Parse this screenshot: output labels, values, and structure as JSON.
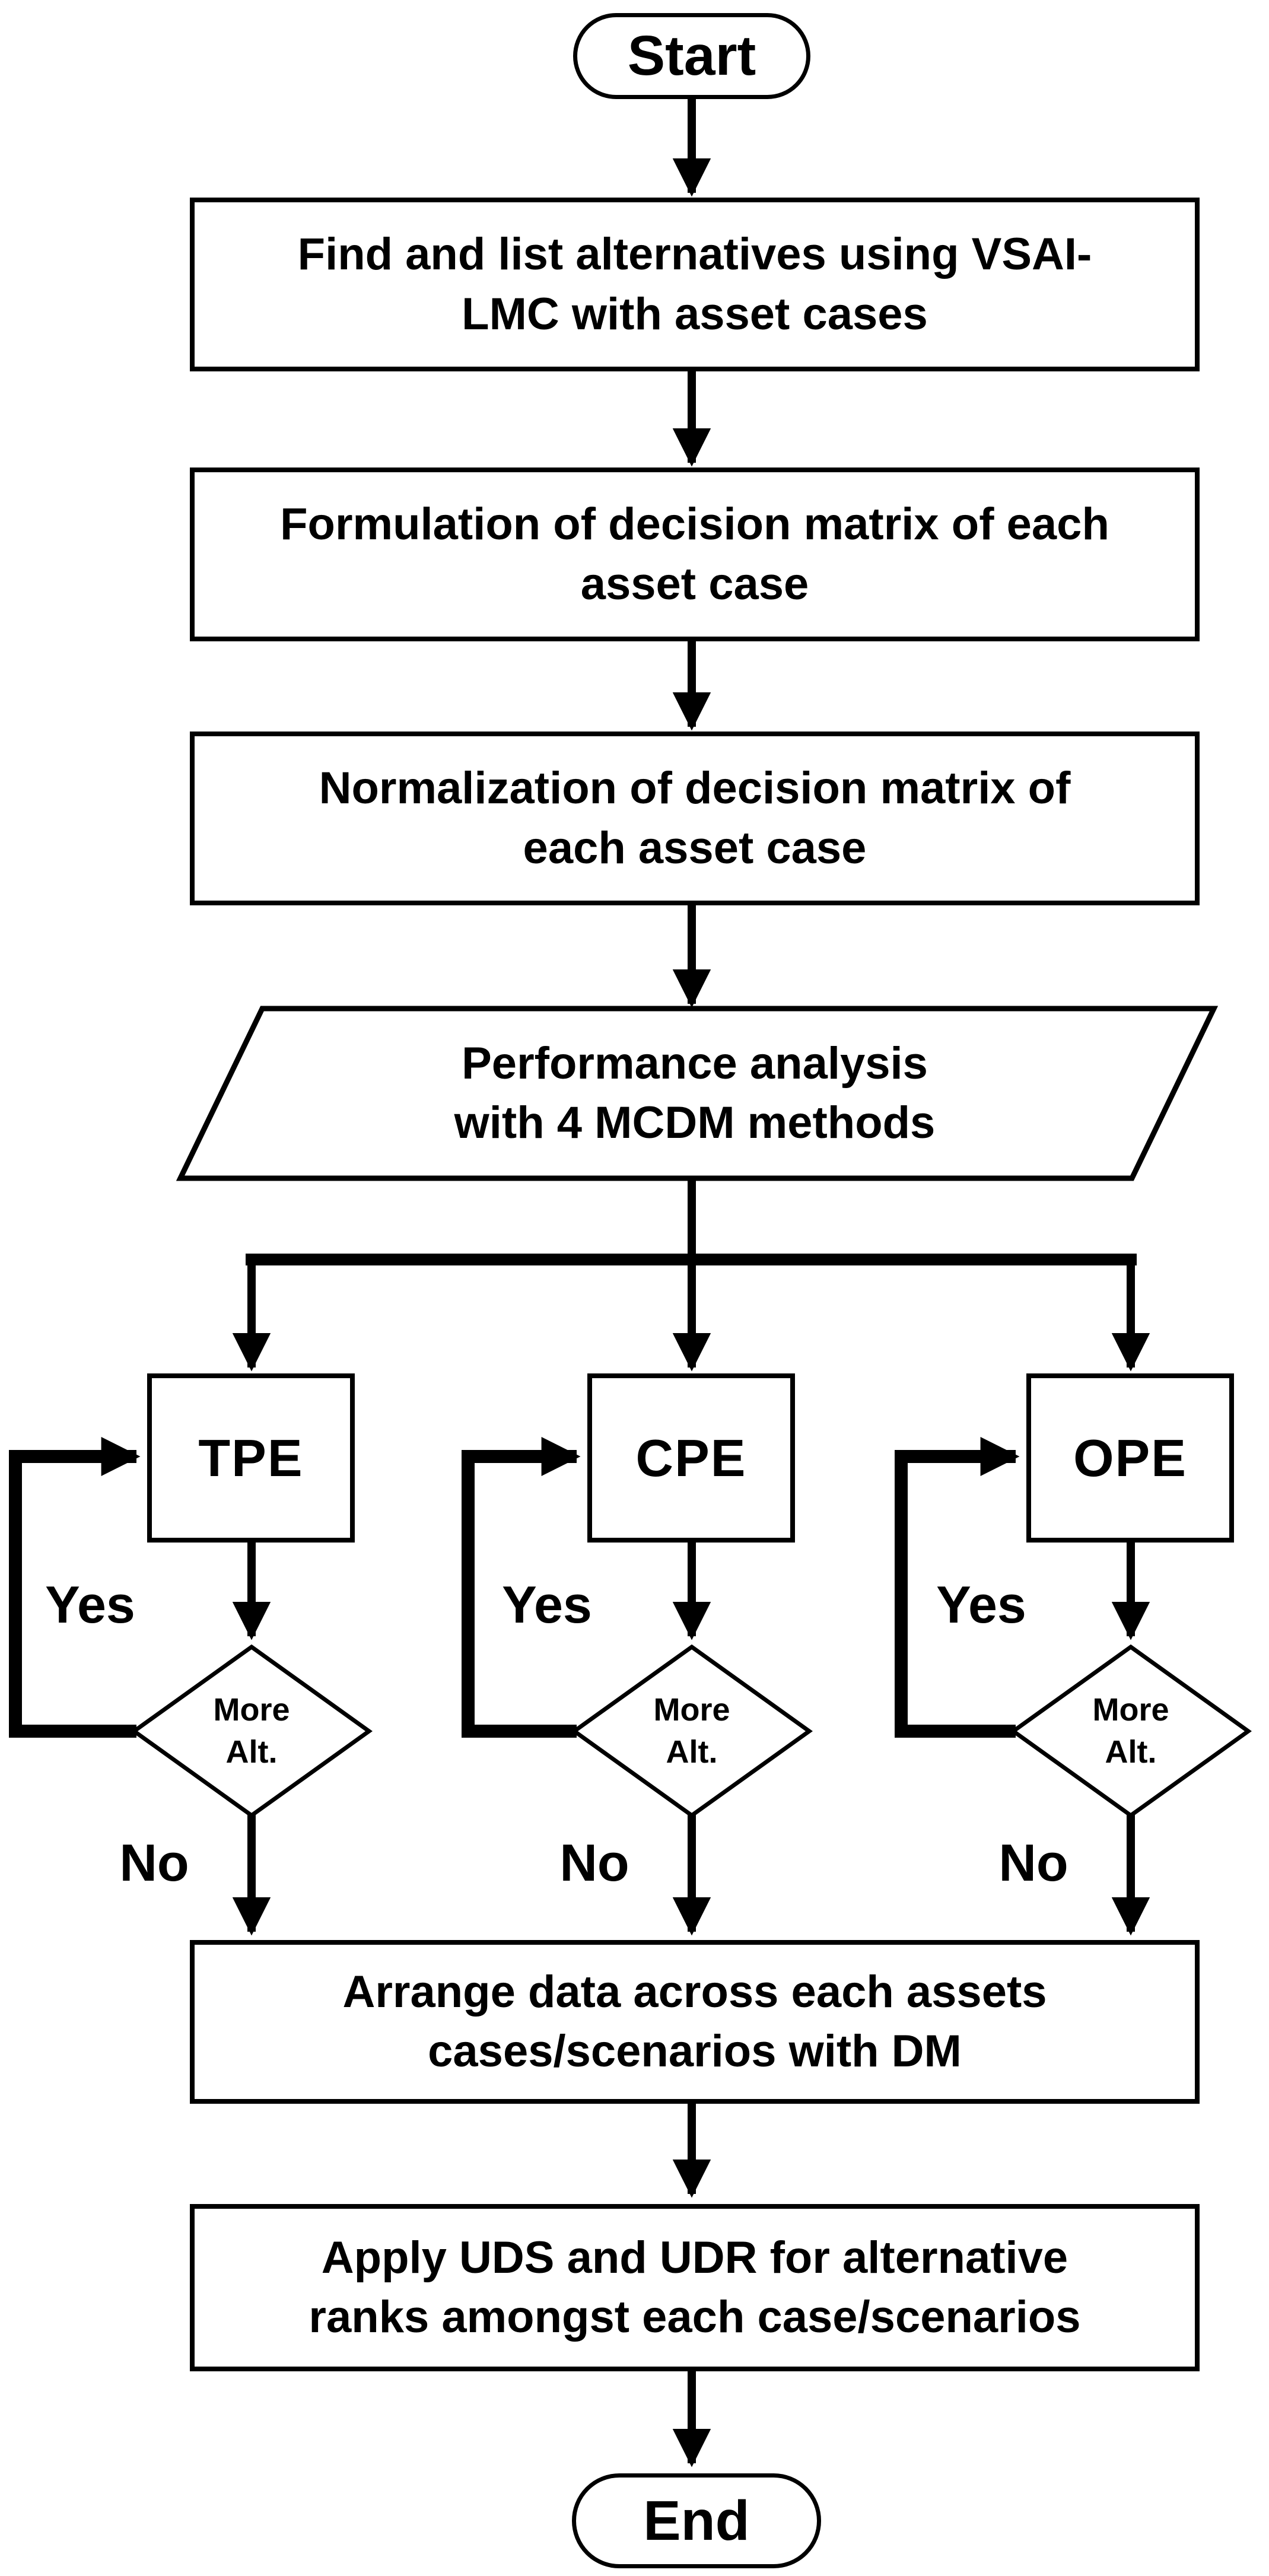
{
  "diagram": {
    "type": "flowchart",
    "colors": {
      "stroke": "#000000",
      "background": "#ffffff",
      "text": "#000000"
    }
  },
  "nodes": {
    "start": {
      "shape": "terminator",
      "label": "Start"
    },
    "find_alternatives": {
      "shape": "process",
      "lines": [
        "Find and list alternatives using VSAI-",
        "LMC with asset cases"
      ]
    },
    "formulation": {
      "shape": "process",
      "lines": [
        "Formulation of decision matrix of each",
        "asset case"
      ]
    },
    "normalization": {
      "shape": "process",
      "lines": [
        "Normalization of decision matrix of",
        "each asset case"
      ]
    },
    "performance": {
      "shape": "data-parallelogram",
      "lines": [
        "Performance analysis",
        "with 4 MCDM methods"
      ]
    },
    "arrange": {
      "shape": "process",
      "lines": [
        "Arrange data across each assets",
        "cases/scenarios with DM"
      ]
    },
    "apply_uds_udr": {
      "shape": "process",
      "lines": [
        "Apply UDS and UDR for alternative",
        "ranks amongst each case/scenarios"
      ]
    },
    "end": {
      "shape": "terminator",
      "label": "End"
    }
  },
  "branches": [
    {
      "id": "tpe",
      "box_label": "TPE",
      "decision_lines": [
        "More",
        "Alt."
      ],
      "yes_label": "Yes",
      "no_label": "No"
    },
    {
      "id": "cpe",
      "box_label": "CPE",
      "decision_lines": [
        "More",
        "Alt."
      ],
      "yes_label": "Yes",
      "no_label": "No"
    },
    {
      "id": "ope",
      "box_label": "OPE",
      "decision_lines": [
        "More",
        "Alt."
      ],
      "yes_label": "Yes",
      "no_label": "No"
    }
  ]
}
